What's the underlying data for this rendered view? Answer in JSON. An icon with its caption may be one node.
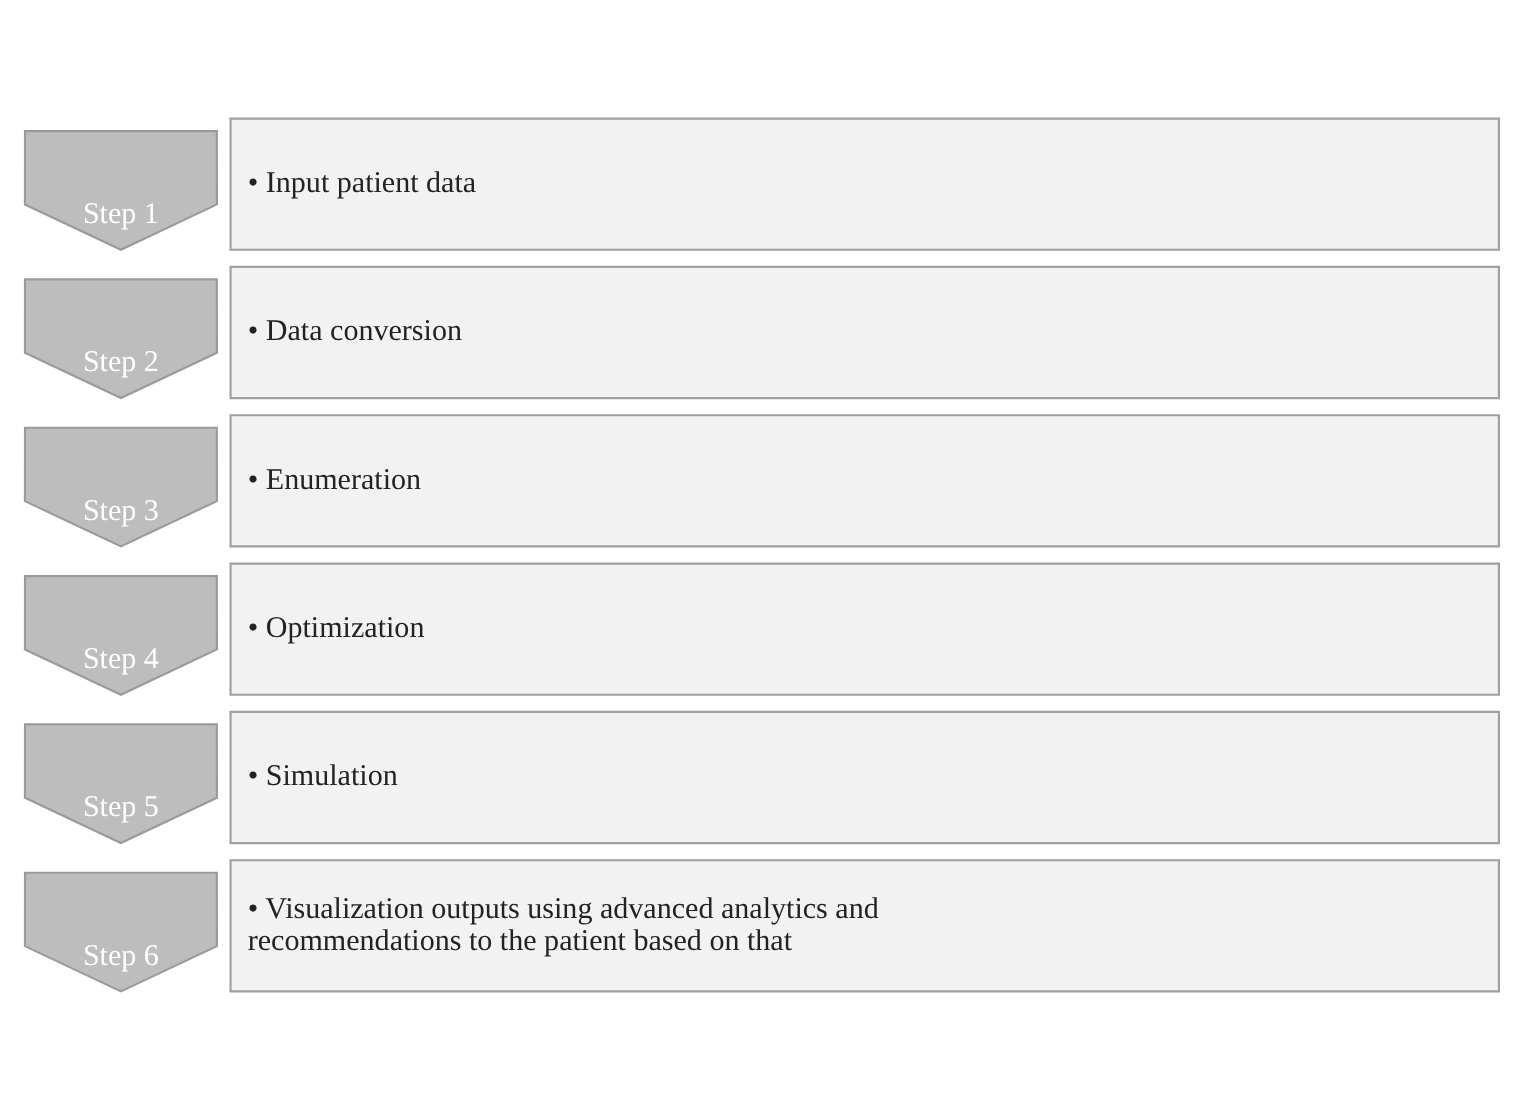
{
  "diagram": {
    "nodes": [
      {
        "text": [
          "Step 1"
        ]
      },
      {
        "text": [
          "• Input patient data"
        ]
      },
      {
        "text": [
          "Step 2"
        ]
      },
      {
        "text": [
          "• Data conversion"
        ]
      },
      {
        "text": [
          "Step 3"
        ]
      },
      {
        "text": [
          "• Enumeration"
        ]
      },
      {
        "text": [
          "Step 4"
        ]
      },
      {
        "text": [
          "• Optimization"
        ]
      },
      {
        "text": [
          "Step 5"
        ]
      },
      {
        "text": [
          "• Simulation"
        ]
      },
      {
        "text": [
          "Step 6"
        ]
      },
      {
        "text": [
          "• Visualization outputs using advanced analytics and recommendations to the patient based on that"
        ]
      }
    ]
  }
}
